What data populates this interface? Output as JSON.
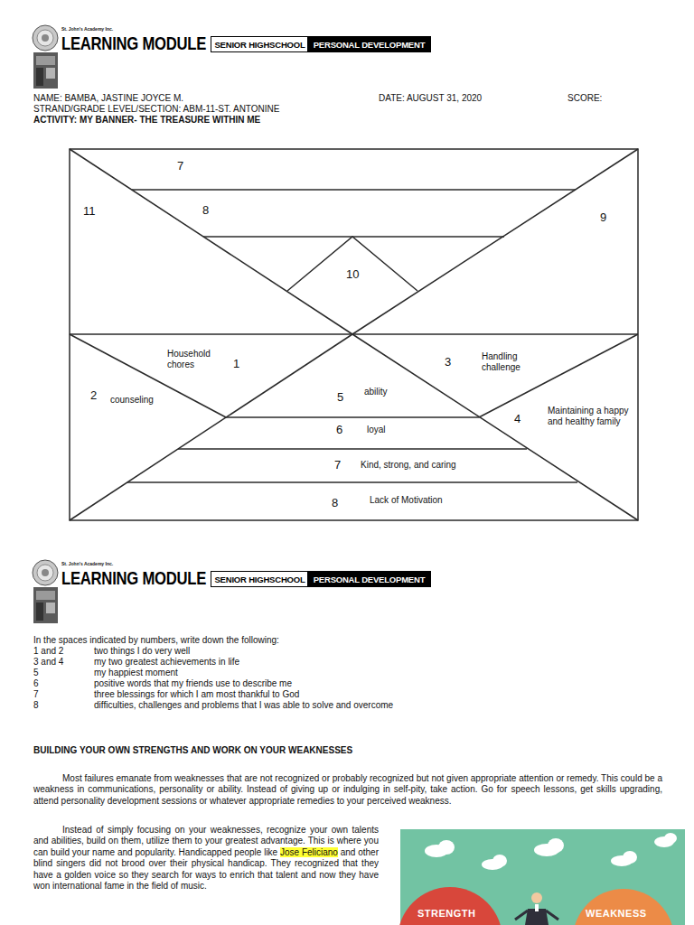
{
  "diagram": {
    "nodes": [
      {
        "text": [
          "SENIOR HIGHSCHOOL"
        ]
      },
      {
        "text": [
          "PERSONAL DEVELOPMENT"
        ]
      },
      {
        "text": [
          "SENIOR HIGHSCHOOL"
        ]
      },
      {
        "text": [
          "PERSONAL DEVELOPMENT"
        ]
      }
    ],
    "labels": [
      "St. John's Academy Inc.",
      "LEARNING MODULE",
      "NAME: BAMBA, JASTINE JOYCE M.",
      "DATE: AUGUST 31, 2020",
      "SCORE:",
      "STRAND/GRADE LEVEL/SECTION: ABM-11-ST. ANTONINE",
      "ACTIVITY: MY BANNER- THE TREASURE WITHIN ME",
      "7",
      "11",
      "8",
      "9",
      "10",
      "Household chores",
      "1",
      "2",
      "counseling",
      "3",
      "Handling challenge",
      "5",
      "ability",
      "4",
      "Maintaining a happy and healthy family",
      "6",
      "loyal",
      "7",
      "Kind, strong, and caring",
      "8",
      "Lack of Motivation",
      "St. John's Academy Inc.",
      "LEARNING MODULE",
      "In the spaces indicated by numbers, write down the following:",
      "1 and 2",
      "two things I do very well",
      "3 and 4",
      "my two greatest achievements in life",
      "5",
      "my happiest moment",
      "6",
      "positive words that my friends use to describe me",
      "7",
      "three blessings for which I am most thankful to God",
      "8",
      "difficulties, challenges and problems that I was able to solve and overcome",
      "BUILDING YOUR OWN STRENGTHS AND WORK ON YOUR WEAKNESSES",
      "Most failures emanate from weaknesses that are not recognized or probably recognized but not given appropriate attention or remedy. This could be a weakness in communications, personality or ability. Instead of giving up or indulging in self-pity, take action. Go for speech lessons, get skills upgrading, attend personality development sessions or whatever appropriate remedies to your perceived weakness.",
      "Instead of simply focusing on your weaknesses, recognize your own talents and abilities, build on them, utilize them to your greatest advantage. This is where you can build your name and popularity. Handicapped people like",
      "Jose Feliciano",
      "and other blind singers did not brood over their physical handicap. They recognized that they have a golden voice so they search for ways to enrich that talent and now they have won international fame in the field of music.",
      "STRENGTH",
      "WEAKNESS"
    ]
  }
}
